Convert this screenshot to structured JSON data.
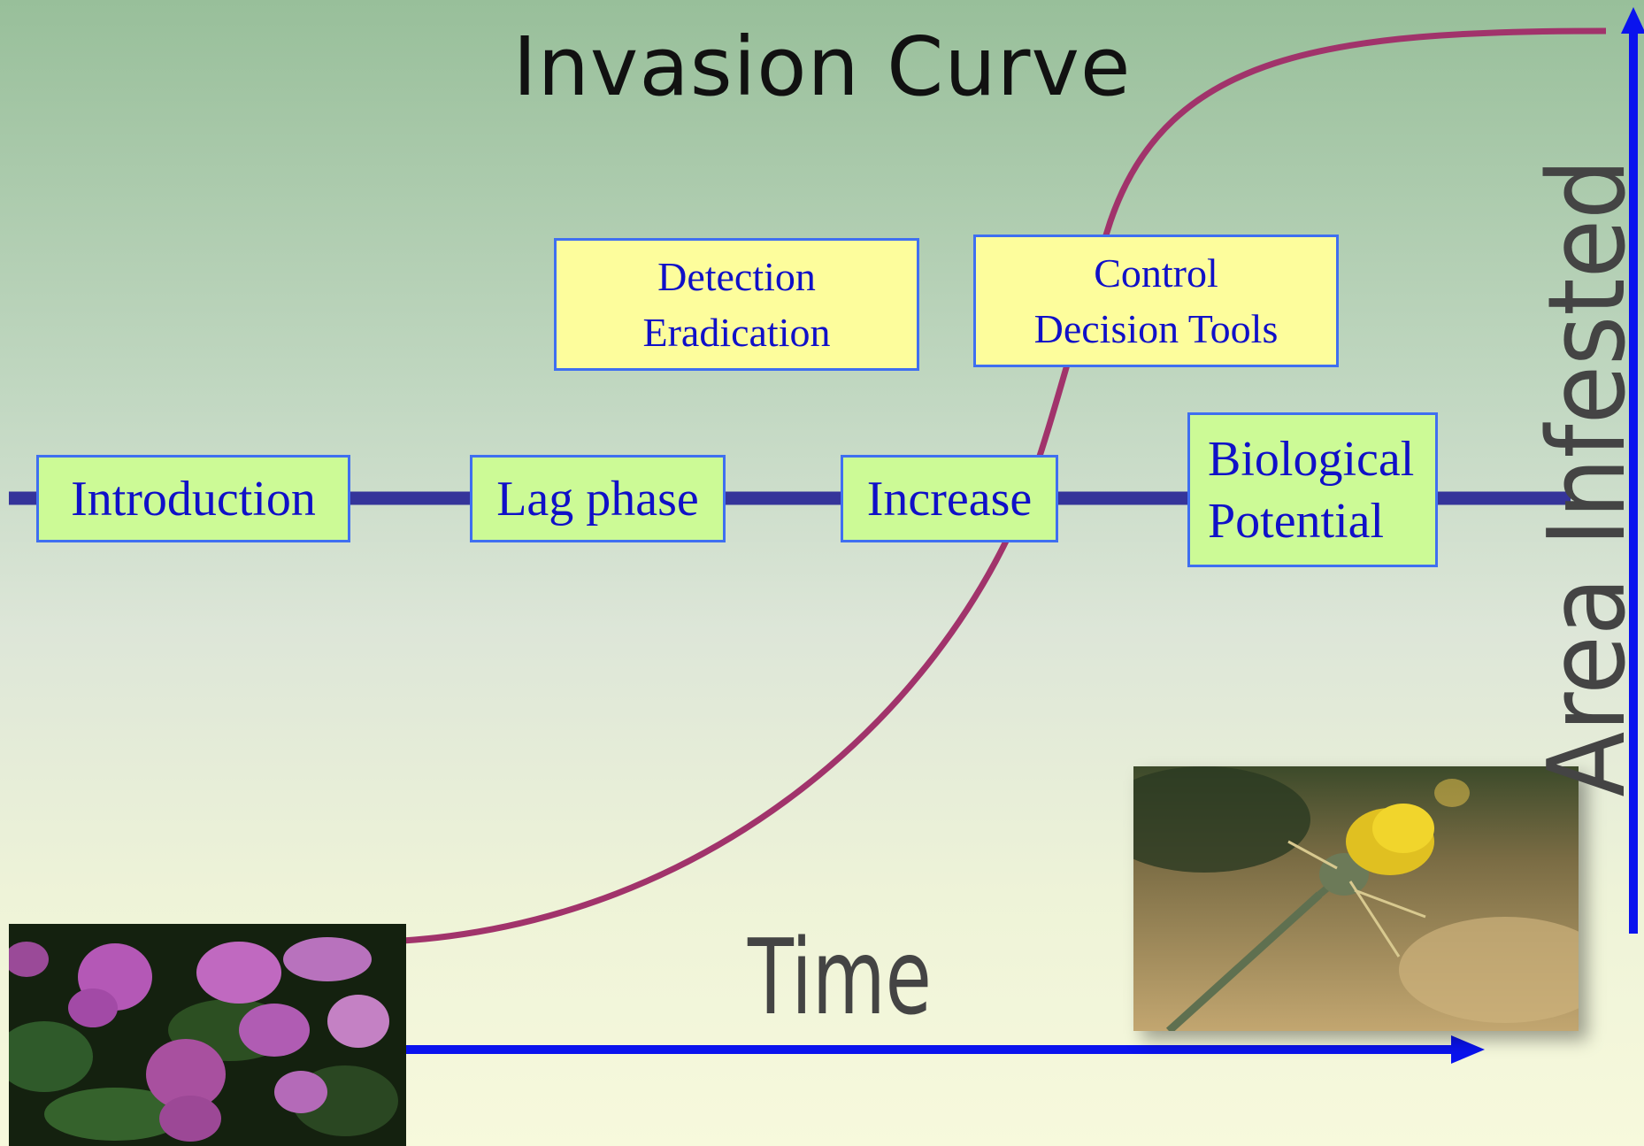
{
  "title": "Invasion Curve",
  "stages": [
    {
      "id": "introduction",
      "label": "Introduction"
    },
    {
      "id": "lag-phase",
      "label": "Lag phase"
    },
    {
      "id": "increase",
      "label": "Increase"
    },
    {
      "id": "biological-potential",
      "line1": "Biological",
      "line2": "Potential"
    }
  ],
  "management": [
    {
      "id": "detection-eradication",
      "line1": "Detection",
      "line2": "Eradication"
    },
    {
      "id": "control-decision-tools",
      "line1": "Control",
      "line2": "Decision Tools"
    }
  ],
  "axes": {
    "x_label": "Time",
    "y_label": "Area Infested"
  },
  "images": [
    {
      "id": "purple-flower-photo",
      "subject": "pink-purple flowering plant"
    },
    {
      "id": "yellow-thistle-photo",
      "subject": "yellow starthistle flower"
    }
  ],
  "colors": {
    "curve": "#a1336b",
    "timeline": "#35349a",
    "axis": "#0a13ee",
    "box_border": "#3f6ff0",
    "box_text": "#1010c8",
    "stage_fill": "#ccfa96",
    "management_fill": "#fdfd9c"
  }
}
